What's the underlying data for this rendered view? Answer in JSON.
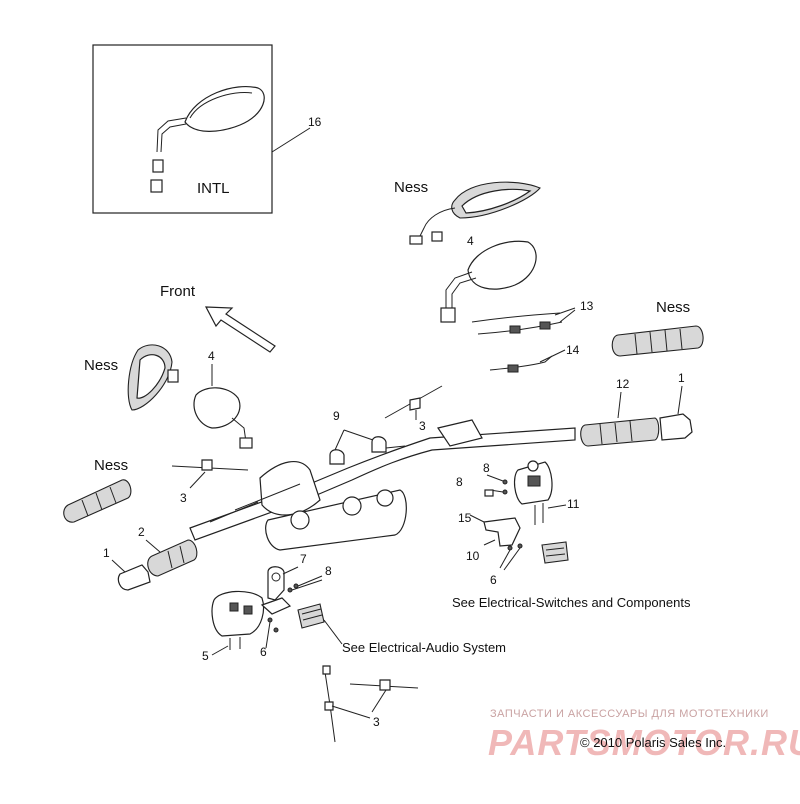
{
  "labels": {
    "intl": "INTL",
    "front": "Front",
    "ness_top": "Ness",
    "ness_right": "Ness",
    "ness_left_mirror": "Ness",
    "ness_left_grip": "Ness",
    "see_switches": "See Electrical-Switches and Components",
    "see_audio": "See Electrical-Audio System",
    "copyright": "© 2010 Polaris Sales Inc.",
    "watermark_ru": "ЗАПЧАСТИ И АКСЕССУАРЫ ДЛЯ МОТОТЕХНИКИ",
    "watermark_logo": "PARTSMOTOR.RU"
  },
  "callouts": {
    "c16": "16",
    "c4_top": "4",
    "c13": "13",
    "c14": "14",
    "c12": "12",
    "c1_right": "1",
    "c4_left": "4",
    "c9": "9",
    "c3_mid": "3",
    "c3_left": "3",
    "c8_right_top": "8",
    "c8_right_mid": "8",
    "c15": "15",
    "c11": "11",
    "c10": "10",
    "c6_right": "6",
    "c2": "2",
    "c1_left": "1",
    "c7": "7",
    "c8_left": "8",
    "c5": "5",
    "c6_left": "6",
    "c3_bottom": "3"
  }
}
